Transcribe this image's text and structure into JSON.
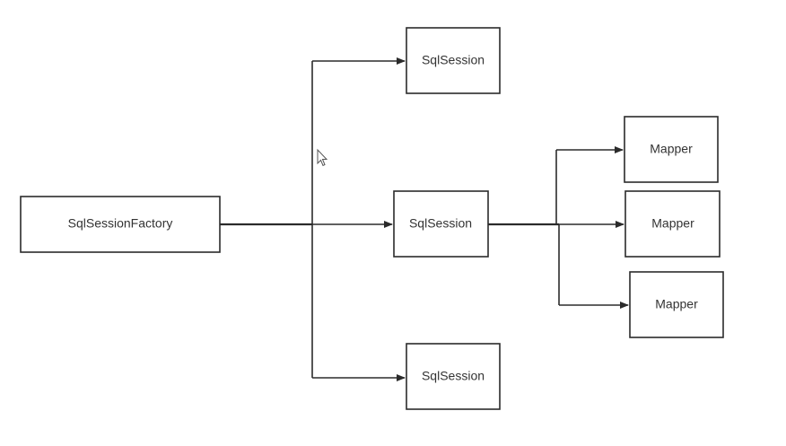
{
  "diagram": {
    "factory": {
      "label": "SqlSessionFactory"
    },
    "sessions": [
      {
        "label": "SqlSession"
      },
      {
        "label": "SqlSession"
      },
      {
        "label": "SqlSession"
      }
    ],
    "mappers": [
      {
        "label": "Mapper"
      },
      {
        "label": "Mapper"
      },
      {
        "label": "Mapper"
      }
    ],
    "line_color": "#2b2b2b",
    "box_fill": "#ffffff",
    "text_color": "#333333",
    "cursor_icon": "mouse-pointer-icon"
  }
}
